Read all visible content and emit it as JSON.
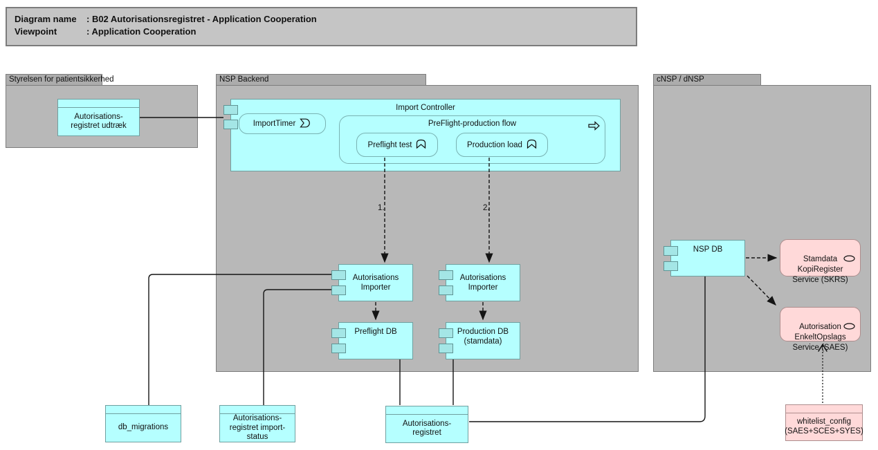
{
  "colors": {
    "title_fill": "#c5c5c5",
    "tab_fill": "#acacac",
    "group_fill": "#b8b8b8",
    "app_fill": "#b5ffff",
    "port_fill": "#a4e6e6",
    "pink_fill": "#ffd9d9",
    "line": "#141414"
  },
  "title_box": {
    "rows": [
      {
        "label": "Diagram name",
        "value": ": B02 Autorisationsregistret - Application Cooperation"
      },
      {
        "label": "Viewpoint",
        "value": ": Application Cooperation"
      }
    ]
  },
  "groups": {
    "patientsikkerhed": {
      "label": "Styrelsen for patientsikkerhed"
    },
    "backend": {
      "label": "NSP Backend"
    },
    "cnsp": {
      "label": "cNSP / dNSP"
    }
  },
  "nodes": {
    "udtraek": {
      "label": "Autorisations-\nregistret udtræk"
    },
    "import_controller": {
      "label": "Import Controller"
    },
    "import_timer": {
      "label": "ImportTimer"
    },
    "flow": {
      "label": "PreFlight-production flow"
    },
    "preflight_test": {
      "label": "Preflight test"
    },
    "production_load": {
      "label": "Production load"
    },
    "importer_left": {
      "label": "Autorisations\nImporter"
    },
    "importer_right": {
      "label": "Autorisations\nImporter"
    },
    "preflight_db": {
      "label": "Preflight DB"
    },
    "production_db": {
      "label": "Production DB\n(stamdata)"
    },
    "nsp_db": {
      "label": "NSP DB"
    },
    "skrs": {
      "label": "Stamdata\nKopiRegister\nService (SKRS)"
    },
    "saes": {
      "label": "Autorisation\nEnkeltOpslags\nService (SAES)"
    },
    "db_migrations": {
      "label": "db_migrations"
    },
    "import_status": {
      "label": "Autorisations-\nregistret import-\nstatus"
    },
    "aut_registret": {
      "label": "Autorisations-\nregistret"
    },
    "whitelist_config": {
      "label": "whitelist_config\n(SAES+SCES+SYES)"
    }
  },
  "edge_labels": {
    "step1": "1.",
    "step2": "2."
  },
  "icons": {
    "import_timer": "application-event-icon",
    "flow": "process-arrow-icon",
    "preflight_test": "function-chevron-icon",
    "production_load": "function-chevron-icon",
    "skrs": "service-oval-icon",
    "saes": "service-oval-icon"
  }
}
